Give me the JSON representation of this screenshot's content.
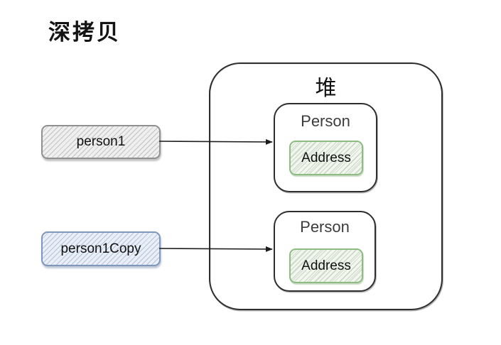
{
  "title": "深拷贝",
  "stack": {
    "refs": [
      {
        "label": "person1",
        "border_color": "#909090",
        "fill_color": "#efefef"
      },
      {
        "label": "person1Copy",
        "border_color": "#7e97ba",
        "fill_color": "#eaeff7"
      }
    ]
  },
  "heap": {
    "label": "堆",
    "objects": [
      {
        "label": "Person",
        "field": {
          "label": "Address"
        }
      },
      {
        "label": "Person",
        "field": {
          "label": "Address"
        }
      }
    ]
  },
  "colors": {
    "outline": "#2e2e2e",
    "address_border": "#8cbc80",
    "address_fill": "#f2f6ee",
    "text": "#111111",
    "person_label_text": "#3c3c3c"
  }
}
